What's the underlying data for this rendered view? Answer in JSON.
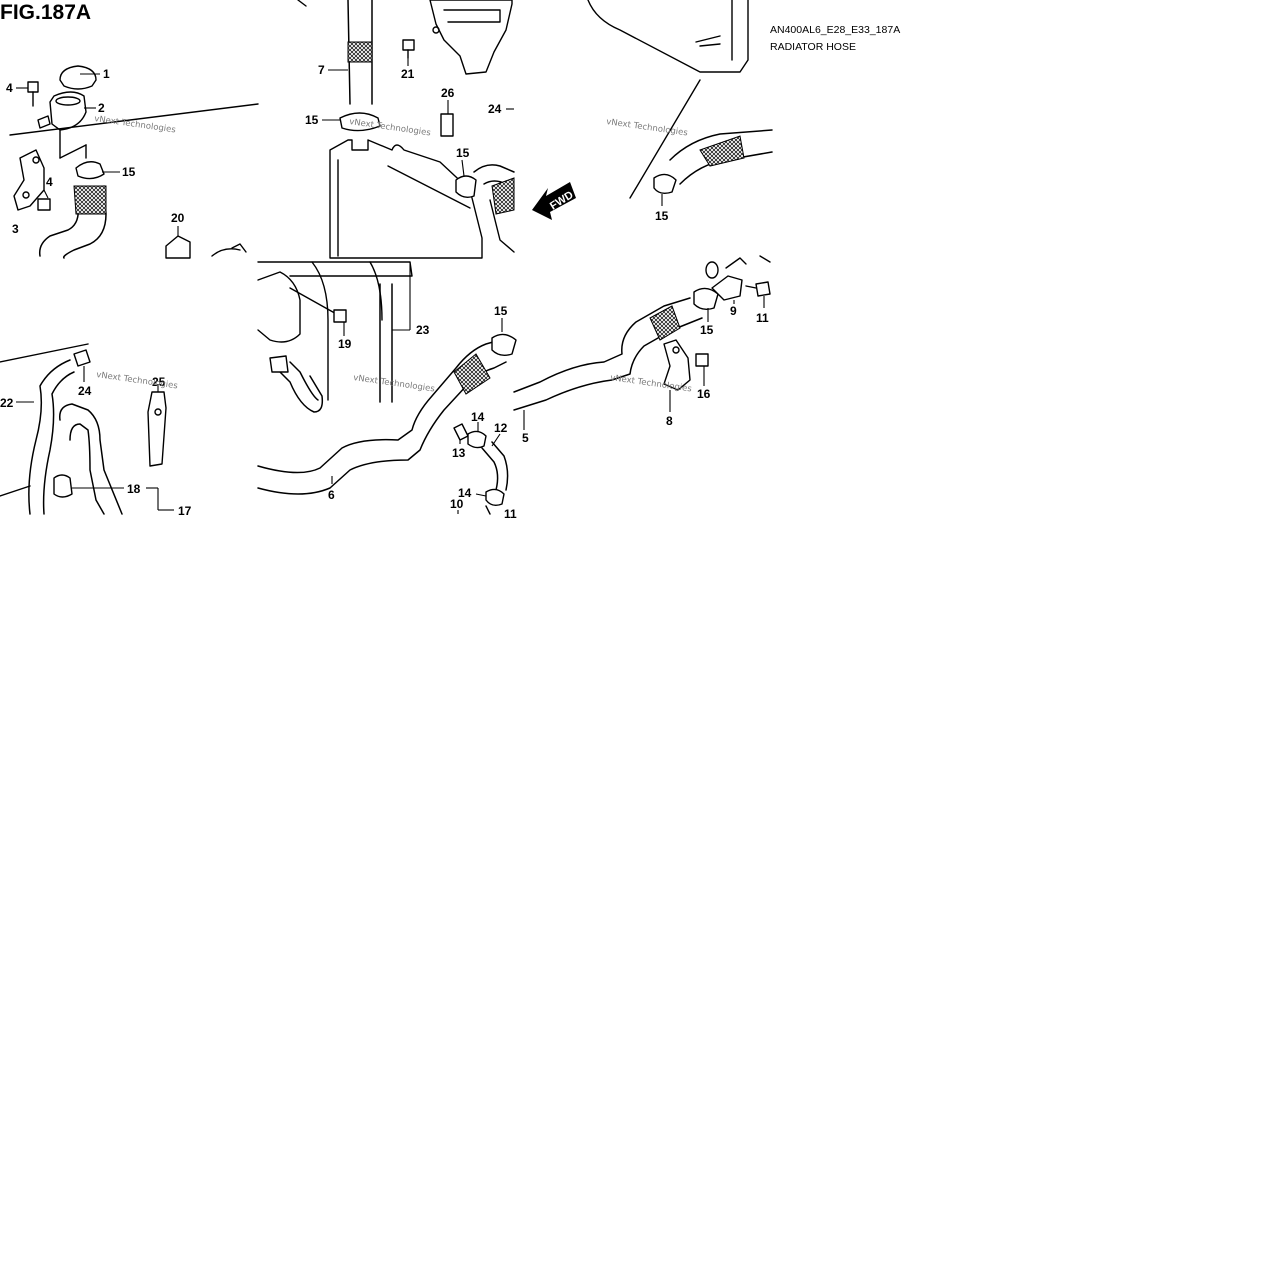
{
  "figure": {
    "title": "FIG.187A",
    "code": "AN400AL6_E28_E33_187A",
    "name": "RADIATOR HOSE"
  },
  "watermark": "vNext Technologies",
  "direction_label": "FWD",
  "callouts": {
    "c1": "1",
    "c2": "2",
    "c3": "3",
    "c4a": "4",
    "c4b": "4",
    "c15a": "15",
    "c20": "20",
    "c7": "7",
    "c21": "21",
    "c15b": "15",
    "c26": "26",
    "c24a": "24",
    "c15c": "15",
    "c15d": "15",
    "c22": "22",
    "c24b": "24",
    "c25": "25",
    "c18": "18",
    "c17": "17",
    "c19": "19",
    "c23": "23",
    "c15e": "15",
    "c6": "6",
    "c14a": "14",
    "c13": "13",
    "c12": "12",
    "c14b": "14",
    "c10": "10",
    "c11a": "11",
    "c9": "9",
    "c11b": "11",
    "c15f": "15",
    "c16": "16",
    "c8": "8",
    "c5": "5"
  }
}
